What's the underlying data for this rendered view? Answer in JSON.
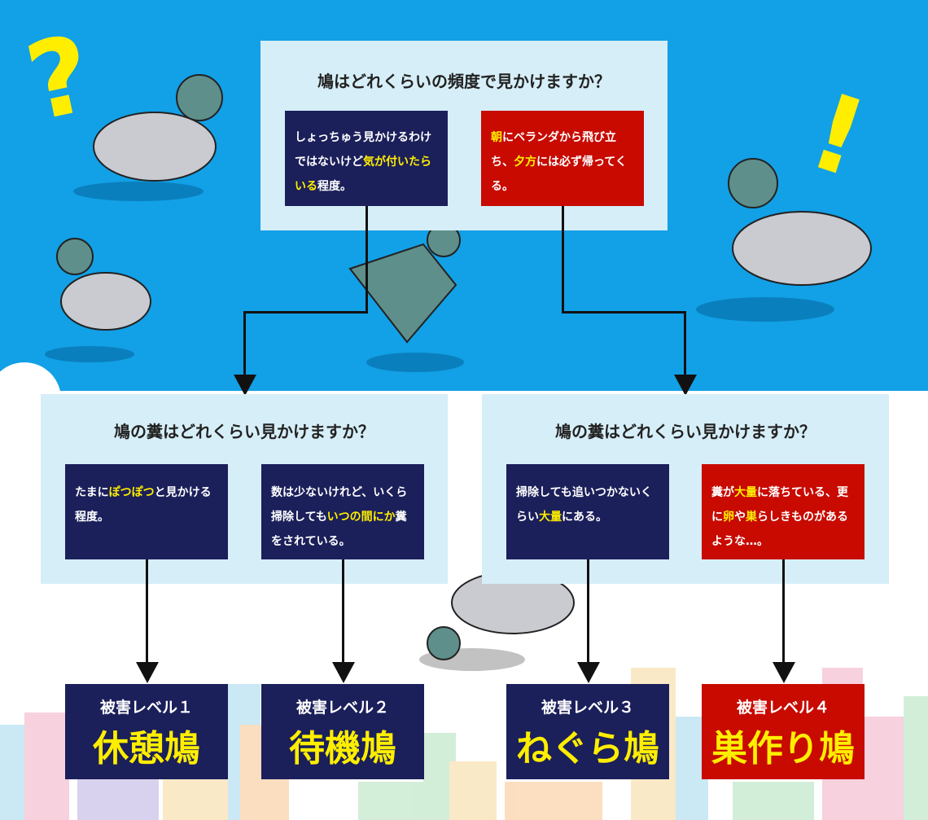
{
  "q1": {
    "title": "鳩はどれくらいの頻度で見かけますか？",
    "left": [
      {
        "t": "しょっちゅう見かけるわけではないけど"
      },
      {
        "t": "気が付いたらいる",
        "h": true
      },
      {
        "t": "程度。"
      }
    ],
    "right": [
      {
        "t": "朝",
        "h": true
      },
      {
        "t": "にベランダから飛び立ち、"
      },
      {
        "t": "夕方",
        "h": true
      },
      {
        "t": "には必ず帰ってくる。"
      }
    ]
  },
  "q2a": {
    "title": "鳩の糞はどれくらい見かけますか？",
    "left": [
      {
        "t": "たまに"
      },
      {
        "t": "ぽつぽつ",
        "h": true
      },
      {
        "t": "と見かける程度。"
      }
    ],
    "right": [
      {
        "t": "数は少ないけれど、いくら掃除しても"
      },
      {
        "t": "いつの間にか",
        "h": true
      },
      {
        "t": "糞をされている。"
      }
    ]
  },
  "q2b": {
    "title": "鳩の糞はどれくらい見かけますか？",
    "left": [
      {
        "t": "掃除しても追いつかないくらい"
      },
      {
        "t": "大量",
        "h": true
      },
      {
        "t": "にある。"
      }
    ],
    "right": [
      {
        "t": "糞が"
      },
      {
        "t": "大量",
        "h": true
      },
      {
        "t": "に落ちている、更に"
      },
      {
        "t": "卵",
        "h": true
      },
      {
        "t": "や"
      },
      {
        "t": "巣",
        "h": true
      },
      {
        "t": "らしきものがあるような…。"
      }
    ]
  },
  "levels": [
    {
      "label": "被害レベル１",
      "name": "休憩鳩"
    },
    {
      "label": "被害レベル２",
      "name": "待機鳩"
    },
    {
      "label": "被害レベル３",
      "name": "ねぐら鳩"
    },
    {
      "label": "被害レベル４",
      "name": "巣作り鳩"
    }
  ],
  "decor": {
    "question": "?",
    "exclaim": "!"
  },
  "colors": {
    "sky": "#12a0e6",
    "panel": "#d6eef7",
    "navy": "#1b1f5a",
    "red": "#c80a00",
    "highlight": "#ffee00"
  }
}
